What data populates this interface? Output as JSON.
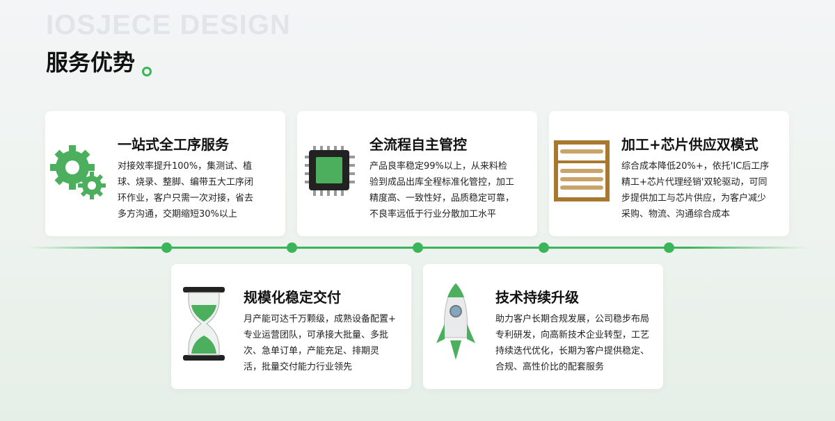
{
  "header": {
    "watermark": "IOSJECE DESIGN",
    "title": "服务优势"
  },
  "cards": [
    {
      "title": "一站式全工序服务",
      "icon": "gears-icon",
      "lines": [
        "对接效率提升100%，集测试、植",
        "球、烧录、整脚、编带五大工序闭",
        "环作业，客户只需一次对接，省去",
        "多方沟通，交期缩短30%以上"
      ]
    },
    {
      "title": "全流程自主管控",
      "icon": "chip-icon",
      "lines": [
        "产品良率稳定99%以上，从来料检",
        "验到成品出库全程标准化管控，加工",
        "精度高、一致性好，品质稳定可靠，",
        "不良率远低于行业分散加工水平"
      ]
    },
    {
      "title": "加工+芯片供应双模式",
      "icon": "abacus-icon",
      "lines": [
        "综合成本降低20%+，依托'IC后工序",
        "精工+芯片代理经销'双轮驱动，可同",
        "步提供加工与芯片供应，为客户减少",
        "采购、物流、沟通综合成本"
      ]
    },
    {
      "title": "规模化稳定交付",
      "icon": "hourglass-icon",
      "lines": [
        "月产能可达千万颗级，成熟设备配置+",
        "专业运营团队，可承接大批量、多批",
        "次、急单订单，产能充足、排期灵",
        "活，批量交付能力行业领先"
      ]
    },
    {
      "title": "技术持续升级",
      "icon": "rocket-icon",
      "lines": [
        "助力客户长期合规发展，公司稳步布局",
        "专利研发，向高新技术企业转型，工艺",
        "持续迭代优化，长期为客户提供稳定、",
        "合规、高性价比的配套服务"
      ]
    }
  ],
  "colors": {
    "accent": "#3cb55a"
  }
}
